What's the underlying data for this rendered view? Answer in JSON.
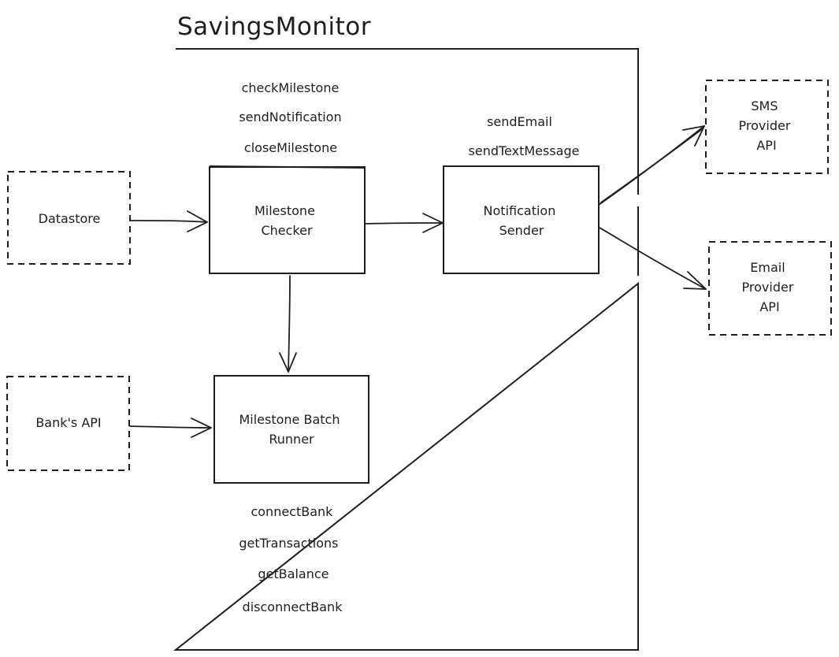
{
  "title": "SavingsMonitor",
  "components": {
    "milestone_checker": [
      "Milestone",
      "Checker"
    ],
    "notification_sender": [
      "Notification",
      "Sender"
    ],
    "milestone_batch_runner": [
      "Milestone Batch",
      "Runner"
    ]
  },
  "external": {
    "datastore": [
      "Datastore"
    ],
    "banks_api": [
      "Bank's API"
    ],
    "sms_provider_api": [
      "SMS",
      "Provider",
      "API"
    ],
    "email_provider_api": [
      "Email",
      "Provider",
      "API"
    ]
  },
  "methods": {
    "milestone_checker": [
      "checkMilestone",
      "sendNotification",
      "closeMilestone"
    ],
    "notification_sender": [
      "sendEmail",
      "sendTextMessage"
    ],
    "milestone_batch_runner": [
      "connectBank",
      "getTransactions",
      "getBalance",
      "disconnectBank"
    ]
  }
}
